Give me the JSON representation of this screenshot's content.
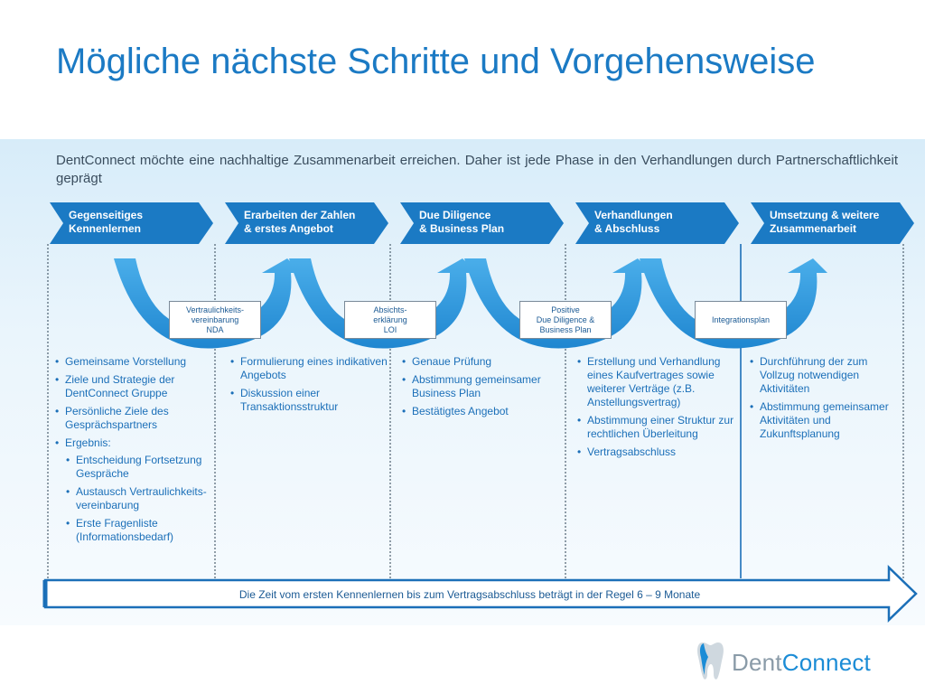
{
  "title": "Mögliche nächste Schritte und Vorgehensweise",
  "intro": "DentConnect möchte eine nachhaltige Zusammenarbeit erreichen. Daher ist jede Phase in den Verhandlungen durch Partnerschaftlichkeit geprägt",
  "phases": [
    {
      "line1": "Gegenseitiges",
      "line2": "Kennenlernen"
    },
    {
      "line1": "Erarbeiten der Zahlen",
      "line2": "& erstes Angebot"
    },
    {
      "line1": "Due Diligence",
      "line2": "& Business Plan"
    },
    {
      "line1": "Verhandlungen",
      "line2": "& Abschluss"
    },
    {
      "line1": "Umsetzung & weitere",
      "line2": "Zusammenarbeit"
    }
  ],
  "documents": [
    {
      "line1": "Vertraulichkeits-",
      "line2": "vereinbarung",
      "line3": "NDA"
    },
    {
      "line1": "Absichts-",
      "line2": "erklärung",
      "line3": "LOI"
    },
    {
      "line1": "Positive",
      "line2": "Due Diligence &",
      "line3": "Business Plan"
    },
    {
      "line1": "Integrationsplan",
      "line2": "",
      "line3": ""
    }
  ],
  "columns": [
    {
      "items": [
        "Gemeinsame Vorstellung",
        "Ziele und Strategie der DentConnect Gruppe",
        "Persönliche Ziele des Gesprächspartners",
        "Ergebnis:"
      ],
      "subitems": [
        "Entscheidung Fortsetzung Gespräche",
        "Austausch Vertraulichkeits-vereinbarung",
        "Erste Fragenliste (Informationsbedarf)"
      ]
    },
    {
      "items": [
        "Formulierung eines indikativen Angebots",
        "Diskussion einer Transaktionsstruktur"
      ]
    },
    {
      "items": [
        "Genaue Prüfung",
        "Abstimmung gemeinsamer Business Plan",
        "Bestätigtes Angebot"
      ]
    },
    {
      "items": [
        "Erstellung und Verhandlung eines Kaufvertrages sowie weiterer Verträge (z.B. Anstellungsvertrag)",
        "Abstimmung einer Struktur zur rechtlichen Überleitung",
        "Vertragsabschluss"
      ]
    },
    {
      "items": [
        "Durchführung der zum Vollzug notwendigen Aktivitäten",
        "Abstimmung gemeinsamer Aktivitäten und Zukunftsplanung"
      ]
    }
  ],
  "timeline": "Die Zeit vom ersten Kennenlernen bis zum Vertragsabschluss beträgt in der Regel 6 – 9  Monate",
  "logo": {
    "part1": "Dent",
    "part2": "Connect"
  },
  "colors": {
    "primary": "#1b7ac4",
    "chevron": "#1b7ac4",
    "arrow": "#3ea0e4",
    "timeline_border": "#1b6fb8"
  }
}
